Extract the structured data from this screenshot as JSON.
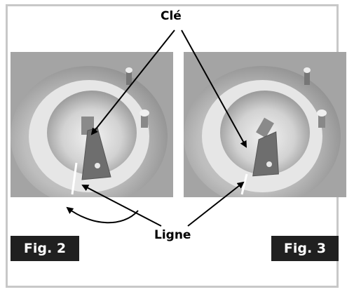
{
  "labels": {
    "key": "Clé",
    "line": "Ligne"
  },
  "figures": [
    {
      "label": "Fig. 2"
    },
    {
      "label": "Fig. 3"
    }
  ],
  "colors": {
    "badge_bg": "#202020",
    "badge_text": "#ffffff",
    "frame": "#c8c8c8",
    "arrow": "#000000"
  }
}
